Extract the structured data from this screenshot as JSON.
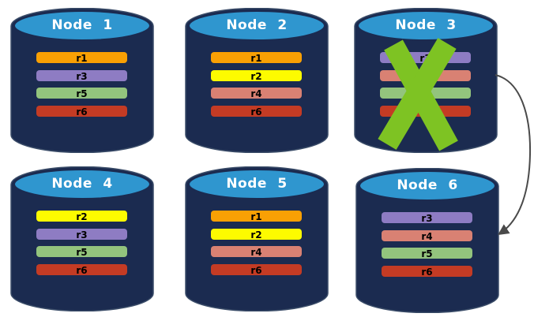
{
  "diagram": {
    "description": "Replicated database nodes with a failed node",
    "background": "#ffffff"
  },
  "palette": {
    "cylinder_body": "#1b2b50",
    "cylinder_edge": "#3a4c68",
    "cylinder_top": "#2f96cf",
    "title_color": "#ffffff",
    "bar_text_color": "#000000",
    "x_mark_color": "#7ec323",
    "arrow_color": "#4a4a4a"
  },
  "replica_colors": {
    "r1": "#f9a004",
    "r2": "#fdfb00",
    "r3": "#8e7cc3",
    "r4": "#d98173",
    "r5": "#93c47d",
    "r6": "#c43b24"
  },
  "nodes": [
    {
      "title": "Node 1",
      "replicas": [
        "r1",
        "r3",
        "r5",
        "r6"
      ],
      "failed": false
    },
    {
      "title": "Node 2",
      "replicas": [
        "r1",
        "r2",
        "r4",
        "r6"
      ],
      "failed": false
    },
    {
      "title": "Node 3",
      "replicas": [
        "r3",
        "r4",
        "r5",
        "r6"
      ],
      "failed": true
    },
    {
      "title": "Node 4",
      "replicas": [
        "r2",
        "r3",
        "r5",
        "r6"
      ],
      "failed": false
    },
    {
      "title": "Node 5",
      "replicas": [
        "r1",
        "r2",
        "r4",
        "r6"
      ],
      "failed": false
    },
    {
      "title": "Node 6",
      "replicas": [
        "r3",
        "r4",
        "r5",
        "r6"
      ],
      "failed": false
    }
  ],
  "arrow": {
    "from_node": "Node 3",
    "to_node": "Node 6"
  }
}
